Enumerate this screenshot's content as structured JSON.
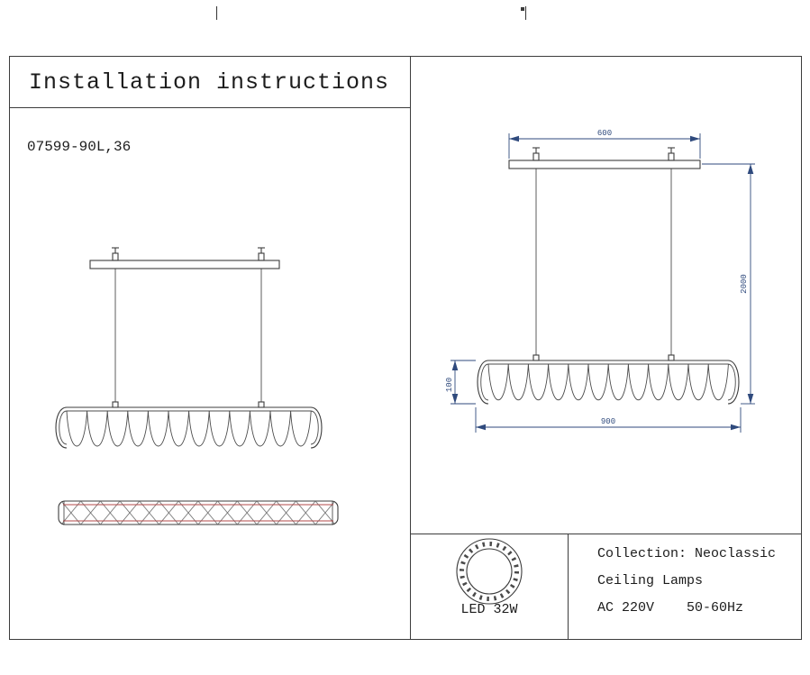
{
  "document": {
    "title": "Installation instructions",
    "model": "07599-90L,36"
  },
  "dimension_labels": {
    "canopy_width_mm": "600",
    "suspension_drop_mm": "2000",
    "fixture_height_mm": "100",
    "fixture_length_mm": "900"
  },
  "led_diagram": {
    "caption": "LED 32W"
  },
  "product_info": {
    "collection": "Collection: Neoclassic",
    "category": "Ceiling Lamps",
    "electrical": "AC 220V    50-60Hz"
  },
  "colors": {
    "line": "#3c3c3c",
    "dimension": "#2f4a7d",
    "accent_red": "#b34a4a",
    "paper": "#ffffff"
  }
}
